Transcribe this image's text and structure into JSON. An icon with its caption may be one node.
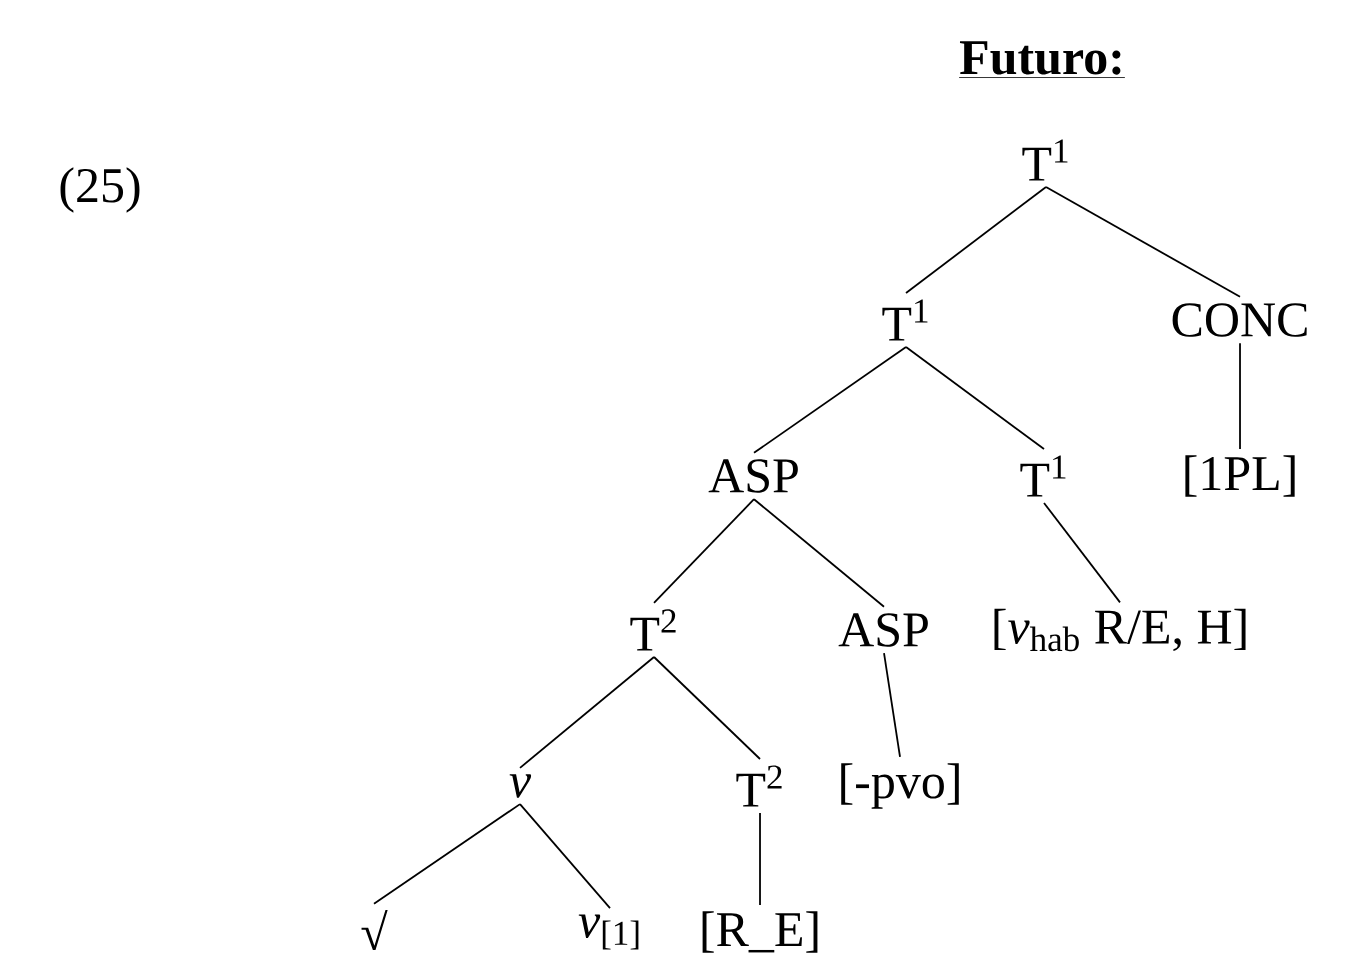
{
  "diagram": {
    "title": "Futuro:",
    "nodes": [
      {
        "text": [
          "T$^{1}$"
        ]
      },
      {
        "text": [
          "T$^{1}$"
        ]
      },
      {
        "text": [
          "CONC"
        ]
      },
      {
        "text": [
          "ASP"
        ]
      },
      {
        "text": [
          "T$^{1}$"
        ]
      },
      {
        "text": [
          "[1PL]"
        ]
      },
      {
        "text": [
          "T$^{2}$"
        ]
      },
      {
        "text": [
          "ASP"
        ]
      },
      {
        "text": [
          "[*v*$_{hab}$ R/E, H]"
        ]
      },
      {
        "text": [
          "v"
        ]
      },
      {
        "text": [
          "T$^{2}$"
        ]
      },
      {
        "text": [
          "[-pvo]"
        ]
      },
      {
        "text": [
          "√"
        ]
      },
      {
        "text": [
          "*v*$_{[1]}$"
        ]
      },
      {
        "text": [
          "[R_E]"
        ]
      }
    ],
    "edges": [
      {
        "from": 0,
        "to": 1,
        "arrow": "none"
      },
      {
        "from": 0,
        "to": 2,
        "arrow": "none"
      },
      {
        "from": 1,
        "to": 3,
        "arrow": "none"
      },
      {
        "from": 1,
        "to": 4,
        "arrow": "none"
      },
      {
        "from": 2,
        "to": 5,
        "arrow": "none"
      },
      {
        "from": 3,
        "to": 6,
        "arrow": "none"
      },
      {
        "from": 3,
        "to": 7,
        "arrow": "none"
      },
      {
        "from": 4,
        "to": 8,
        "arrow": "none"
      },
      {
        "from": 6,
        "to": 9,
        "arrow": "none"
      },
      {
        "from": 6,
        "to": 10,
        "arrow": "none"
      },
      {
        "from": 7,
        "to": 11,
        "arrow": "none"
      },
      {
        "from": 9,
        "to": 12,
        "arrow": "none"
      },
      {
        "from": 9,
        "to": 13,
        "arrow": "none"
      },
      {
        "from": 10,
        "to": 14,
        "arrow": "none"
      }
    ],
    "labels": [
      "(25)"
    ]
  }
}
